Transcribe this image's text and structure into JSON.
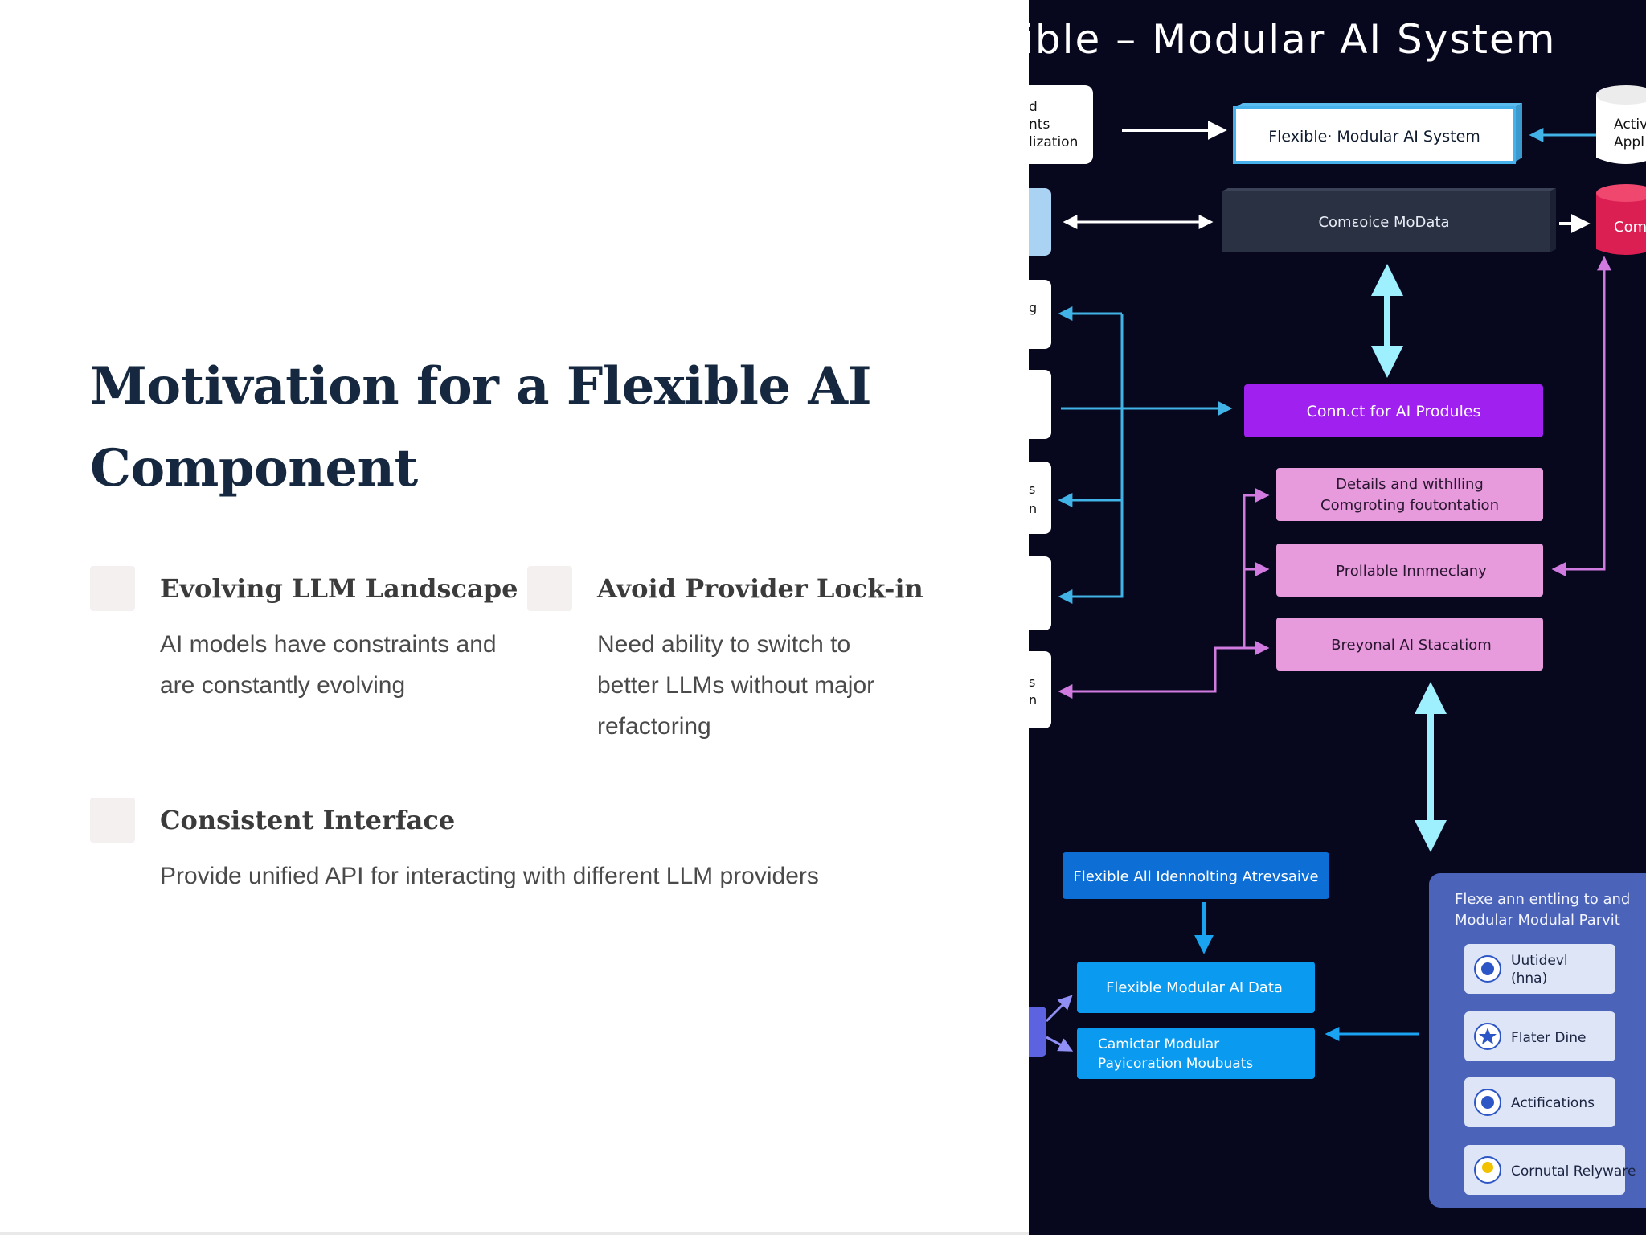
{
  "slide": {
    "title_line1": "Motivation for a Flexible AI",
    "title_line2": "Component",
    "points": [
      {
        "heading": "Evolving LLM Landscape",
        "body": "AI models have constraints and are constantly evolving"
      },
      {
        "heading": "Avoid Provider Lock-in",
        "body": "Need ability to switch to better LLMs without major refactoring"
      },
      {
        "heading": "Consistent Interface",
        "body": "Provide unified API for interacting with different LLM providers"
      }
    ]
  },
  "diagram": {
    "title": "ible – Modular AI System",
    "left_card_top": [
      "d",
      "nts",
      "lization"
    ],
    "left_card_misc": [
      "g",
      "s",
      "n",
      "s",
      "n"
    ],
    "top_box": "Flexible· Modular AI System",
    "right_top_db": [
      "Activ",
      "Appl"
    ],
    "dark_box": "Comεoice MoData",
    "right_red_db": "Com",
    "purple_box": "Conn.ct for AI Produles",
    "pink_boxes": [
      [
        "Details and withlling",
        "Comgroting foutontation"
      ],
      [
        "Prollable Innmeclany"
      ],
      [
        "Breyonal AI Stacatiom"
      ]
    ],
    "blue_top": "Flexible All Idennolting Atrevsaive",
    "blue_mid": "Flexible Modular AI Data",
    "blue_bottom": [
      "Camictar Modular",
      "Payicoration Moubuats"
    ],
    "panel_title": [
      "Flexe ann entling to and",
      "Modular Modulal Parvit"
    ],
    "panel_items": [
      [
        "Uutidevl",
        "(hna)"
      ],
      [
        "Flater Dine"
      ],
      [
        "Actifications"
      ],
      [
        "Cornutal Relyware"
      ]
    ],
    "icons": [
      "gear-icon",
      "star-icon",
      "gear-icon",
      "lightbulb-icon"
    ],
    "colors": {
      "background": "#07071e",
      "purple": "#a020f0",
      "pink": "#e79bdc",
      "blue": "#0d86e8",
      "panel": "#4b63b8",
      "red": "#dc1f52"
    }
  }
}
